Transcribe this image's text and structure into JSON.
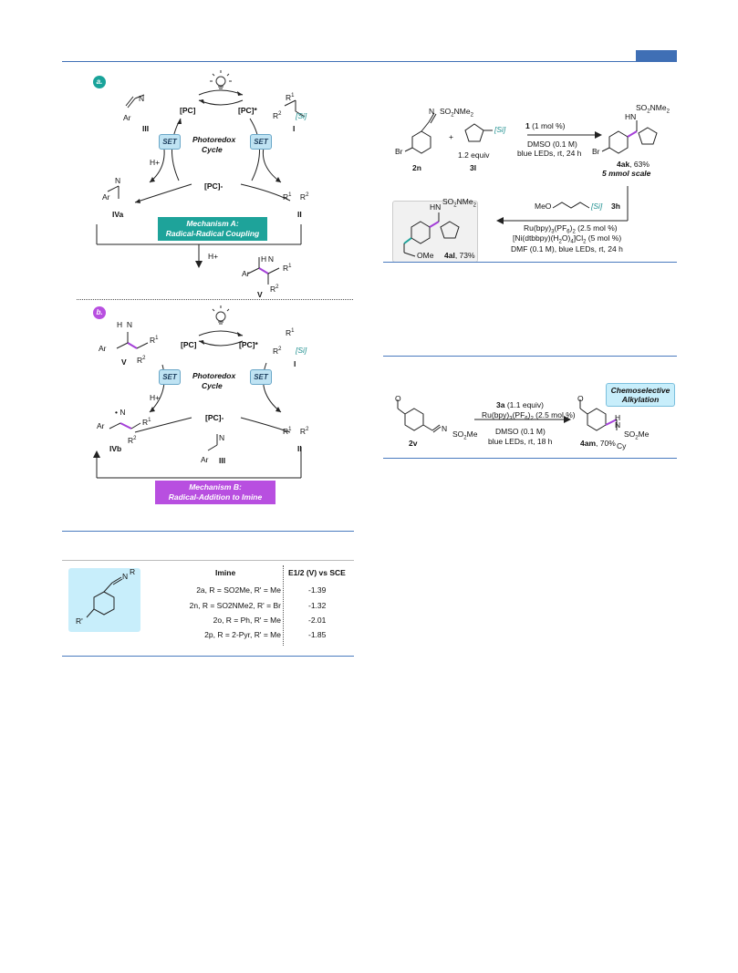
{
  "header": {
    "accent_color": "#3f6fb5"
  },
  "mechanism_a": {
    "badge": "a.",
    "pc": "[PC]",
    "pc_star": "[PC]*",
    "pc_minus": "[PC]-",
    "cycle_line1": "Photoredox",
    "cycle_line2": "Cycle",
    "set_label": "SET",
    "h_plus": "H+",
    "h_plus_2": "H+",
    "label_III": "III",
    "label_I": "I",
    "label_IVa": "IVa",
    "label_II": "II",
    "label_V": "V",
    "si": "[Si]",
    "box_line1": "Mechanism A:",
    "box_line2": "Radical-Radical Coupling",
    "box_color": "#1ea39a"
  },
  "mechanism_b": {
    "badge": "b.",
    "pc": "[PC]",
    "pc_star": "[PC]*",
    "pc_minus": "[PC]-",
    "cycle_line1": "Photoredox",
    "cycle_line2": "Cycle",
    "set_label": "SET",
    "h_plus": "H+",
    "label_V": "V",
    "label_I": "I",
    "label_IVb": "IVb",
    "label_II": "II",
    "label_III": "III",
    "si": "[Si]",
    "box_line1": "Mechanism B:",
    "box_line2": "Radical-Addition to Imine",
    "box_color": "#b84fe0"
  },
  "table": {
    "col_imine": "Imine",
    "col_e": "E1/2 (V) vs SCE",
    "rows": [
      {
        "imine": "2a, R = SO2Me, R' = Me",
        "e": "-1.39"
      },
      {
        "imine": "2n, R = SO2NMe2, R' = Br",
        "e": "-1.32"
      },
      {
        "imine": "2o, R = Ph, R' = Me",
        "e": "-2.01"
      },
      {
        "imine": "2p, R = 2-Pyr, R' = Me",
        "e": "-1.85"
      }
    ]
  },
  "scheme_top": {
    "reactant_2n": "2n",
    "reactant_3l": "3l",
    "equiv": "1.2 equiv",
    "plus": "+",
    "cond_1": "1 (1 mol %)",
    "cond_2": "DMSO (0.1 M)",
    "cond_3": "blue LEDs, rt, 24 h",
    "product_4ak": "4ak, 63%",
    "scale": "5 mmol scale",
    "reagent_3h": "3h",
    "meo": "MeO",
    "cond_4": "Ru(bpy)3(PF6)2 (2.5 mol %)",
    "cond_5": "[Ni(dtbbpy)(H2O)4]Cl2 (5 mol %)",
    "cond_6": "DMF (0.1 M), blue LEDs, rt, 24 h",
    "product_4al": "4al, 73%",
    "so2nme2": "SO2NMe2",
    "hn": "HN",
    "ome": "OMe",
    "br": "Br",
    "si": "[Si]"
  },
  "scheme_bottom": {
    "reactant": "2v",
    "cond_1": "3a (1.1 equiv)",
    "cond_2": "Ru(bpy)3(PF6)2 (2.5 mol %)",
    "cond_3": "DMSO (0.1 M)",
    "cond_4": "blue LEDs, rt, 18 h",
    "product": "4am, 70%",
    "tag_line1": "Chemoselective",
    "tag_line2": "Alkylation",
    "so2me": "SO2Me",
    "cy": "Cy",
    "o": "O",
    "n": "N",
    "h": "H"
  }
}
